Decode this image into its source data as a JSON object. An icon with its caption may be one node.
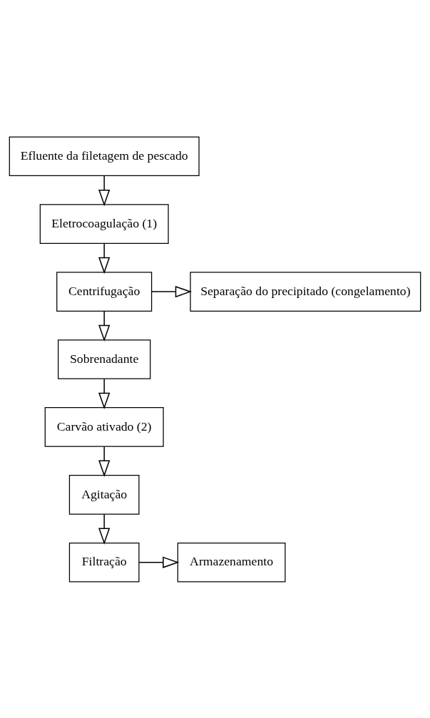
{
  "diagram": {
    "nodes": [
      {
        "text": [
          "Efluente da filetagem de pescado"
        ]
      },
      {
        "text": [
          "Eletrocoagulação (1)"
        ]
      },
      {
        "text": [
          "Separação do precipitado (congelamento)"
        ]
      },
      {
        "text": [
          "Centrifugação"
        ]
      },
      {
        "text": [
          "Sobrenadante"
        ]
      },
      {
        "text": [
          "Carvão ativado (2)"
        ]
      },
      {
        "text": [
          "Agitação"
        ]
      },
      {
        "text": [
          "Armazenamento"
        ]
      },
      {
        "text": [
          "Filtração"
        ]
      }
    ],
    "edges": [
      {
        "from": 0,
        "to": 1,
        "arrow": "to"
      },
      {
        "from": 1,
        "to": 3,
        "arrow": "to"
      },
      {
        "from": 3,
        "to": 2,
        "arrow": "to"
      },
      {
        "from": 3,
        "to": 4,
        "arrow": "to"
      },
      {
        "from": 4,
        "to": 5,
        "arrow": "to"
      },
      {
        "from": 5,
        "to": 6,
        "arrow": "to"
      },
      {
        "from": 6,
        "to": 8,
        "arrow": "to"
      },
      {
        "from": 8,
        "to": 7,
        "arrow": "to"
      }
    ]
  }
}
